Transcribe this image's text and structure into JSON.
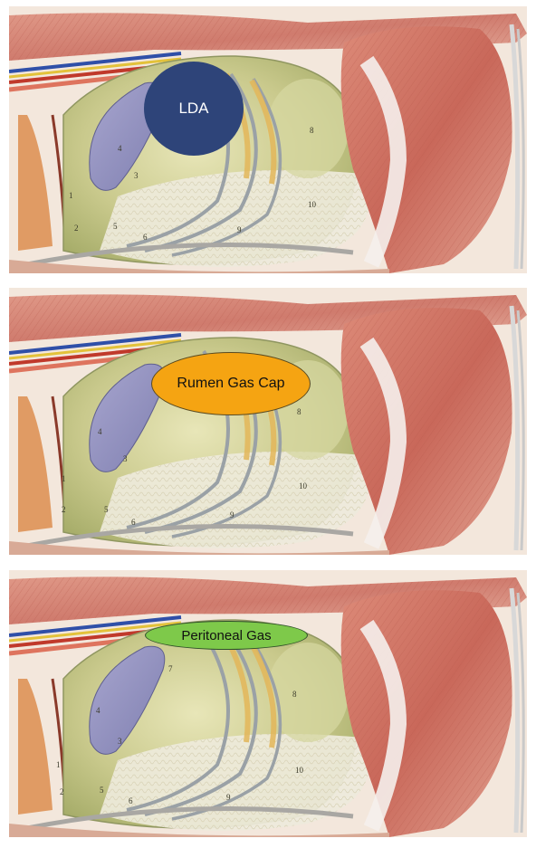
{
  "panels": [
    {
      "label": "LDA",
      "oval_color": "#2e4479",
      "label_color": "#ffffff",
      "numbers": [
        "4",
        "3",
        "8",
        "10",
        "9",
        "1",
        "2",
        "5",
        "6"
      ]
    },
    {
      "label": "Rumen Gas Cap",
      "oval_color": "#f5a412",
      "label_color": "#111111",
      "numbers": [
        "4",
        "3",
        "8",
        "10",
        "9",
        "1",
        "2",
        "5",
        "6"
      ]
    },
    {
      "label": "Peritoneal Gas",
      "oval_color": "#7ec94a",
      "label_color": "#111111",
      "numbers": [
        "4",
        "3",
        "7",
        "8",
        "10",
        "9",
        "1",
        "2",
        "5",
        "6"
      ]
    }
  ]
}
